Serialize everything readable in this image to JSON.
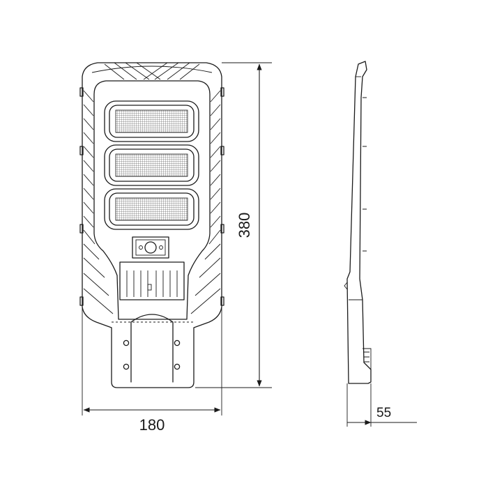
{
  "dimensions": {
    "width": "180",
    "height": "380",
    "depth": "55"
  },
  "colors": {
    "line": "#1a1a1a",
    "background": "#ffffff"
  }
}
